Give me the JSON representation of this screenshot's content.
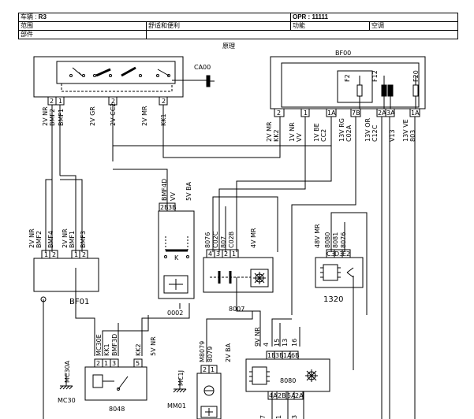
{
  "header": {
    "vehicle_label": "车辆 : ",
    "vehicle_value": "R3",
    "opr_label": "OPR : ",
    "opr_value": "11111",
    "range_label": "范围",
    "range_value": "舒适和便利",
    "function_label": "功能",
    "function_value": "空调",
    "part_label": "部件"
  },
  "title": "原理",
  "components": {
    "ca00": "CA00",
    "bf00": "BF00",
    "bf01": "BF01",
    "c0002": "0002",
    "c8007": "8007",
    "c1320": "1320",
    "c8048": "8048",
    "c8080": "8080",
    "mc30": "MC30",
    "mm01": "MM01",
    "mc30a": "MC30A",
    "mc1j": "MC1J"
  },
  "fuses": {
    "f2": "F2",
    "f12": "F12",
    "f20": "F20"
  },
  "ca00_wires": {
    "w1": "2V NR",
    "w1b": "BMF2",
    "w2": "BMF1",
    "w3": "2V GR",
    "w4": "2V CC2",
    "w5": "2V MR",
    "w5b": "KK1"
  },
  "ca00_pins": {
    "p1": "2",
    "p2": "1",
    "p3": "2",
    "p4": "2"
  },
  "bf00_pins": {
    "p1": "2",
    "p2": "1",
    "p3": "1A",
    "p4": "7B",
    "p5": "2A",
    "p6": "3A",
    "p7": "1A"
  },
  "bf00_wires": {
    "w1": "2V MR",
    "w1b": "KK2",
    "w2": "1V NR",
    "w2b": "VV",
    "w3": "1V BE",
    "w3b": "CC2",
    "w4": "13V RG",
    "w4b": "C02A",
    "w5": "13V OR",
    "w5b": "C12C",
    "w6": "V13",
    "w7": "13V VE",
    "w7b": "803"
  },
  "bf01_wires": {
    "w1": "2V NR",
    "w1b": "BMF2",
    "w2": "BMF4",
    "w3": "2V NR",
    "w3b": "BMF1",
    "w4": "BMF3"
  },
  "bf01_pins": {
    "p1": "1",
    "p2": "2",
    "p3": "1",
    "p4": "2"
  },
  "c0002_wires": {
    "w1": "BMF4D",
    "w2": "VV",
    "w3": "5V BA"
  },
  "c0002_pins": {
    "p1": "2B",
    "p2": "3B"
  },
  "c0002_k": "K",
  "c8007_wires": {
    "w1": "8076",
    "w2": "C02C",
    "w3": "807",
    "w4": "C02B",
    "w5": "4V MR"
  },
  "c8007_pins": {
    "p1": "4",
    "p2": "3",
    "p3": "2",
    "p4": "1"
  },
  "c1320_wires": {
    "w1": "48V MR",
    "w2": "8080",
    "w3": "8081",
    "w4": "8076"
  },
  "c1320_pins": {
    "p1": "C3",
    "p2": "D3",
    "p3": "E2"
  },
  "c8048_wires": {
    "w1": "MC30E",
    "w2": "KK1",
    "w3": "BMF3D",
    "w4": "KK2",
    "w5": "5V NR"
  },
  "c8048_pins": {
    "p1": "2",
    "p2": "1",
    "p3": "3",
    "p4": "5"
  },
  "c8080_wires": {
    "w1": "9V NR",
    "w2": "4",
    "w3": "15",
    "w4": "13",
    "w5": "16"
  },
  "c8080_pins": {
    "p1": "1B",
    "p2": "3B",
    "p3": "1A",
    "p4": "6B"
  },
  "c8080_bottom": {
    "p1": "4A",
    "p2": "2B",
    "p3": "5A",
    "p4": "2A",
    "p5": "7",
    "p6": "1",
    "p7": "3"
  },
  "mm01_wires": {
    "w1": "M8079",
    "w2": "8079",
    "w3": "2V BA"
  },
  "mm01_pins": {
    "p1": "2",
    "p2": "1"
  }
}
